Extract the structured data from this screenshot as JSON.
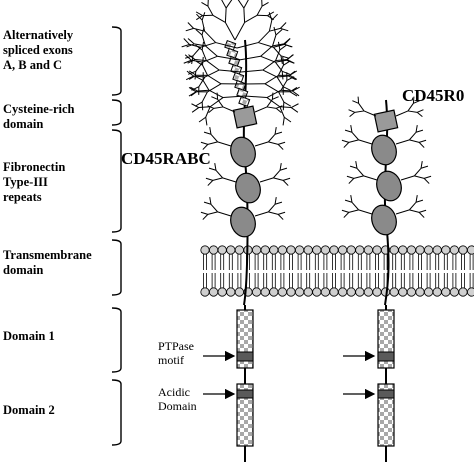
{
  "regions": [
    {
      "id": "exons",
      "label": "Alternatively\nspliced exons\nA, B and C"
    },
    {
      "id": "cysteine",
      "label": "Cysteine-rich\ndomain"
    },
    {
      "id": "fibronectin",
      "label": "Fibronectin\nType-III\nrepeats"
    },
    {
      "id": "transmembrane",
      "label": "Transmembrane\ndomain"
    },
    {
      "id": "domain1",
      "label": "Domain 1"
    },
    {
      "id": "domain2",
      "label": "Domain 2"
    }
  ],
  "isoforms": [
    {
      "id": "rabc",
      "label": "CD45RABC"
    },
    {
      "id": "r0",
      "label": "CD45R0"
    }
  ],
  "annotations": {
    "ptpase": "PTPase\nmotif",
    "acidic": "Acidic\nDomain"
  },
  "colors": {
    "ink": "#000000",
    "membrane_fill": "#d0d0d0",
    "fibronectin_fill": "#8a8a8a",
    "cysteine_fill": "#9a9a9a",
    "motif_fill": "#5a5a5a",
    "checker_dark": "#a8a8a8"
  }
}
